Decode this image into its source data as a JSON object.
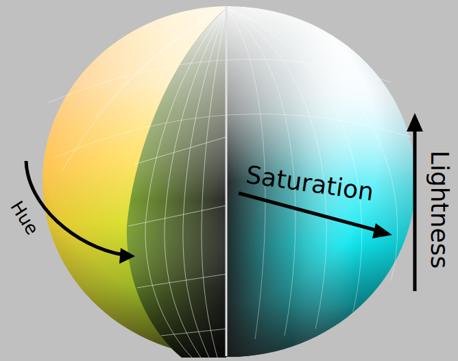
{
  "diagram": {
    "labels": [
      "Hue",
      "Saturation",
      "Lightness"
    ]
  }
}
